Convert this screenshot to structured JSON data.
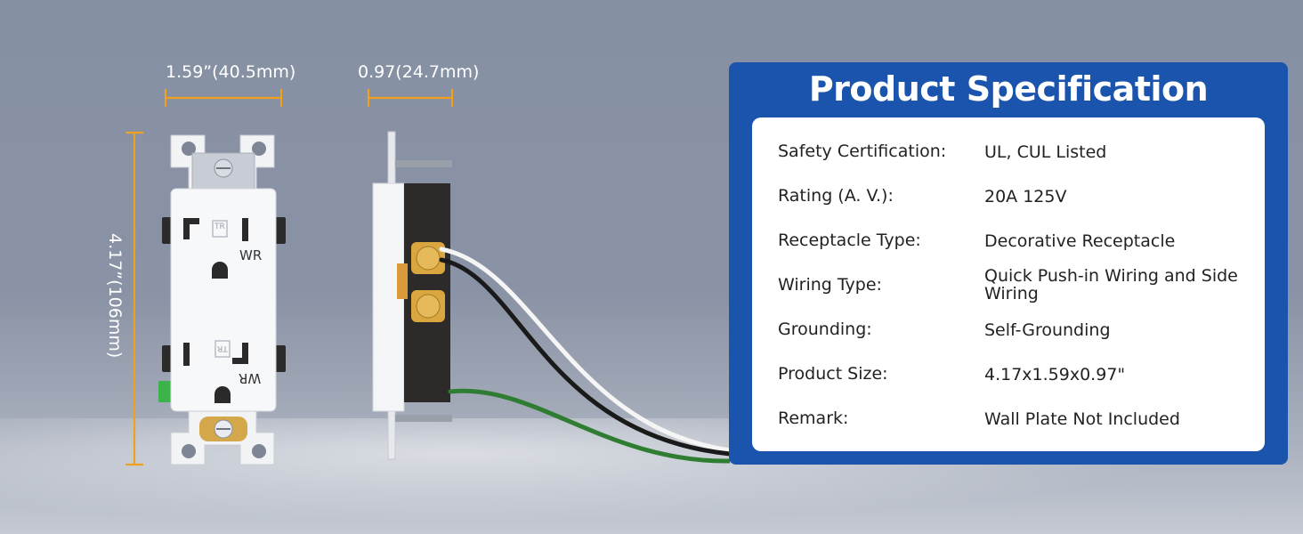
{
  "dimensions": {
    "width_label": "1.59”(40.5mm)",
    "depth_label": "0.97(24.7mm)",
    "height_label": "4.17”(106mm)"
  },
  "outlet_markings": {
    "upper_wr": "WR",
    "lower_wr": "WR",
    "tr_upper": "TR",
    "tr_lower": "TR"
  },
  "spec": {
    "title": "Product Specification",
    "rows": [
      {
        "label": "Safety Certification:",
        "value": "UL, CUL Listed"
      },
      {
        "label": "Rating (A. V.):",
        "value": "20A 125V"
      },
      {
        "label": "Receptacle Type:",
        "value": "Decorative Receptacle"
      },
      {
        "label": "Wiring Type:",
        "value": "Quick Push-in Wiring and Side Wiring"
      },
      {
        "label": "Grounding:",
        "value": "Self-Grounding"
      },
      {
        "label": "Product Size:",
        "value": "4.17x1.59x0.97\""
      },
      {
        "label": "Remark:",
        "value": "Wall Plate Not Included"
      }
    ]
  },
  "colors": {
    "accent_blue": "#1b54ad",
    "dimension_orange": "#f0a020",
    "background": "#8a93a5"
  }
}
